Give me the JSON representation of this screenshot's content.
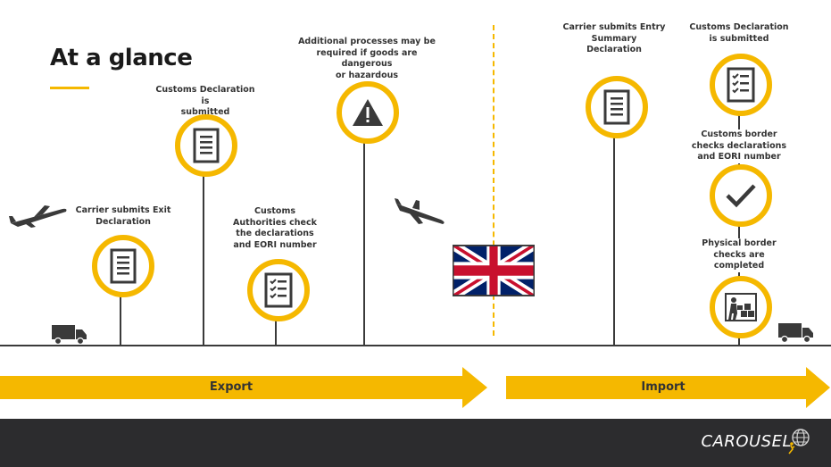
{
  "title": "At a glance",
  "steps": {
    "exit_declaration": "Carrier submits Exit\nDeclaration",
    "customs_declaration_export": "Customs Declaration is\nsubmitted",
    "authorities_check": "Customs\nAuthorities check\nthe declarations\nand EORI number",
    "additional_processes": "Additional processes may be\nrequired if goods are dangerous\nor hazardous",
    "entry_summary": "Carrier submits Entry\nSummary\nDeclaration",
    "customs_declaration_import": "Customs Declaration\nis submitted",
    "border_checks": "Customs border\nchecks declarations\nand EORI number",
    "physical_checks": "Physical border\nchecks are\ncompleted"
  },
  "arrows": {
    "export": "Export",
    "import": "Import"
  },
  "footer": {
    "brand": "CAROUSEL"
  },
  "colors": {
    "accent": "#f5b800",
    "line": "#3a3a3a",
    "footer_bg": "#2c2c2e"
  },
  "icons": [
    "airplane-icon",
    "truck-icon",
    "document-list-icon",
    "checklist-icon",
    "warning-icon",
    "checkmark-icon",
    "worker-boxes-icon",
    "uk-flag",
    "globe-icon"
  ]
}
